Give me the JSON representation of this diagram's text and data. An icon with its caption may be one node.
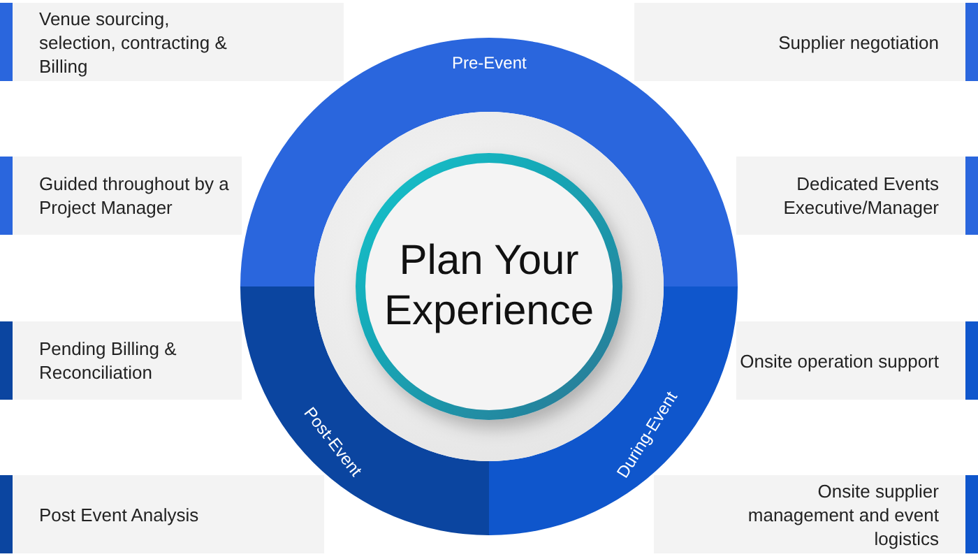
{
  "diagram": {
    "nodes": [
      {
        "text": [
          "Venue sourcing, selection, contracting & Billing"
        ]
      },
      {
        "text": [
          "Supplier negotiation"
        ]
      },
      {
        "text": [
          "Guided throughout by a Project Manager"
        ]
      },
      {
        "text": [
          "Dedicated Events Executive/Manager"
        ]
      },
      {
        "text": [
          "Pending Billing & Reconciliation"
        ]
      },
      {
        "text": [
          "Onsite operation support"
        ]
      },
      {
        "text": [
          "Post Event Analysis"
        ]
      },
      {
        "text": [
          "Onsite supplier management and event logistics"
        ]
      },
      {
        "text": [
          "Pre-Event"
        ]
      },
      {
        "text": [
          "Post-Event"
        ]
      },
      {
        "text": [
          "During-Event"
        ]
      },
      {
        "text": [
          "Plan Your Experience"
        ]
      }
    ]
  }
}
